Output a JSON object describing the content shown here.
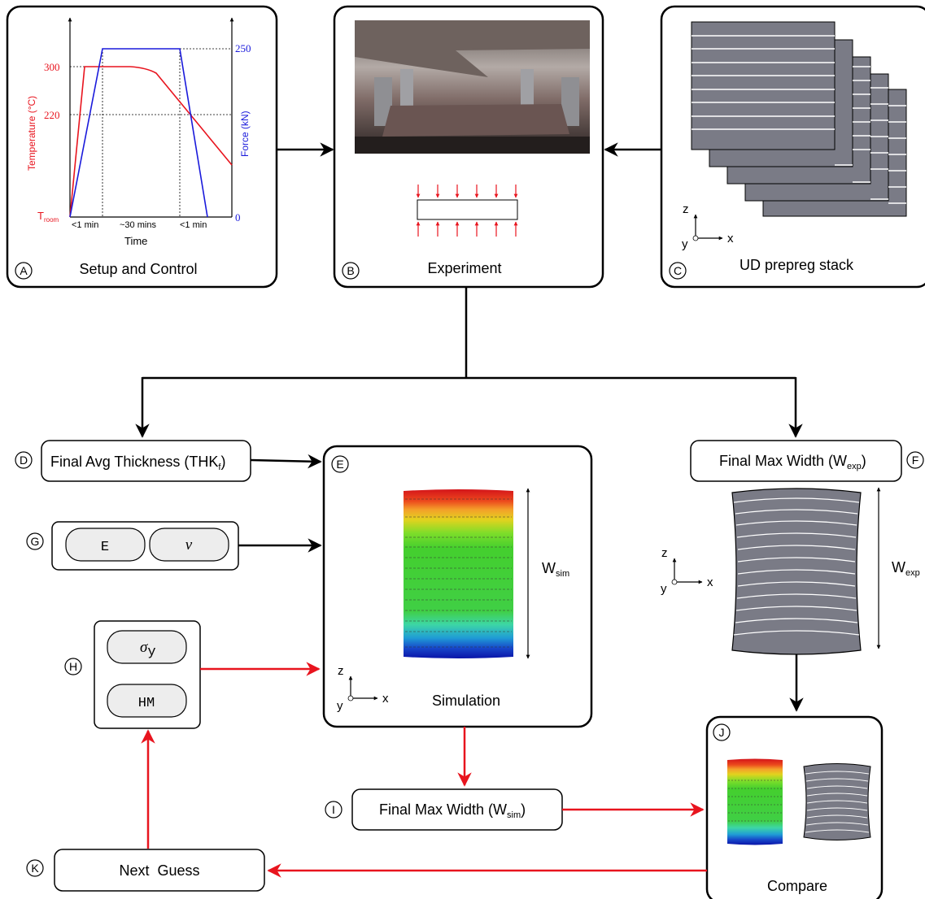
{
  "panels": {
    "A": {
      "letter": "A",
      "title": "Setup and Control"
    },
    "B": {
      "letter": "B",
      "title": "Experiment"
    },
    "C": {
      "letter": "C",
      "title": "UD prepreg stack"
    },
    "D": {
      "letter": "D",
      "label_main": "Final Avg Thickness (THK",
      "label_sub": "f",
      "label_end": ")"
    },
    "E": {
      "letter": "E",
      "title": "Simulation",
      "dim_main": "W",
      "dim_sub": "sim"
    },
    "F": {
      "letter": "F",
      "label_main": "Final Max Width (W",
      "label_sub": "exp",
      "label_end": ")",
      "dim_main": "W",
      "dim_sub": "exp"
    },
    "G": {
      "letter": "G",
      "param1": "E",
      "param2": "ν"
    },
    "H": {
      "letter": "H",
      "param1_main": "σ",
      "param1_sub": "y",
      "param2": "HM"
    },
    "I": {
      "letter": "I",
      "label_main": "Final Max Width (W",
      "label_sub": "sim",
      "label_end": ")"
    },
    "J": {
      "letter": "J",
      "title": "Compare"
    },
    "K": {
      "letter": "K",
      "label": "Next  Guess"
    }
  },
  "axes_triad": {
    "z": "z",
    "y": "y",
    "x": "x"
  },
  "chart_data": {
    "type": "line",
    "xlabel": "Time",
    "ylabel_left": "Temperature (°C)",
    "ylabel_right": "Force (kN)",
    "left_ticks": [
      "300",
      "220"
    ],
    "left_origin_main": "T",
    "left_origin_sub": "room",
    "right_ticks": [
      "250",
      "0"
    ],
    "x_ticks": [
      "<1 min",
      "~30 mins",
      "<1 min"
    ],
    "colors": {
      "temperature": "#e8141e",
      "force": "#1a1adb"
    }
  }
}
